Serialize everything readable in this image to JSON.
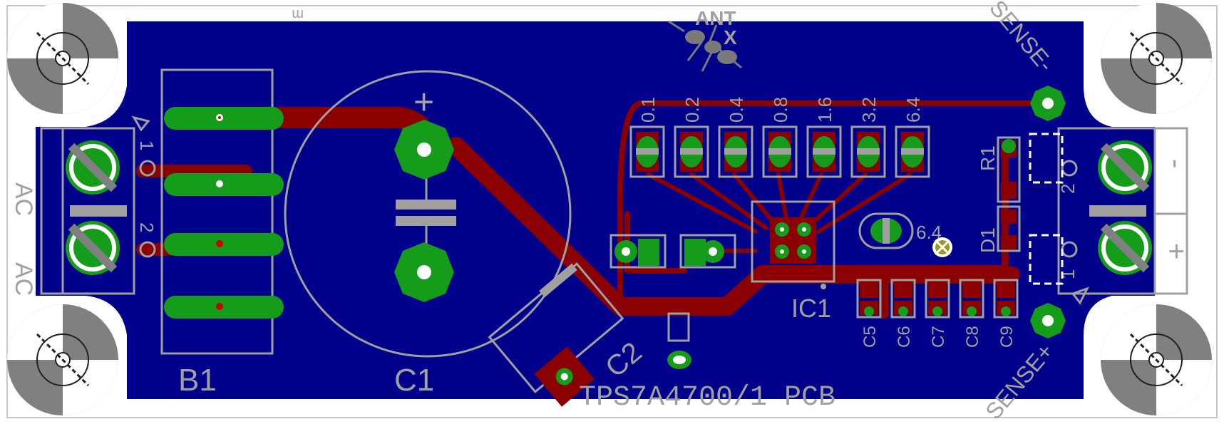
{
  "board_title": "TPS7A4700/1 PCB",
  "logo": {
    "line1": "ANT",
    "line2": "X"
  },
  "top_mark": "m",
  "components": {
    "bridge": "B1",
    "bulk_cap": "C1",
    "cap2": "C2",
    "regulator": "IC1",
    "resistor": "R1",
    "diode": "D1",
    "cap5": "C5",
    "cap6": "C6",
    "cap7": "C7",
    "cap8": "C8",
    "cap9": "C9"
  },
  "voltage_select": [
    "0.1",
    "0.2",
    "0.4",
    "0.8",
    "1.6",
    "3.2",
    "6.4"
  ],
  "jumper_64": "6.4",
  "input_connector": {
    "label_top": "AC",
    "label_bottom": "AC",
    "pin1": "1",
    "pin2": "2"
  },
  "output_connector": {
    "minus": "-",
    "plus": "+",
    "pin1": "1",
    "pin2": "2"
  },
  "sense_minus": "SENSE-",
  "sense_plus": "SENSE+",
  "polarity_plus": "+",
  "colors": {
    "board_fill": "#00008b",
    "copper_top": "#8b0000",
    "pad": "#149c1a",
    "silkscreen": "#a0a0a0",
    "background": "#ffffff"
  }
}
